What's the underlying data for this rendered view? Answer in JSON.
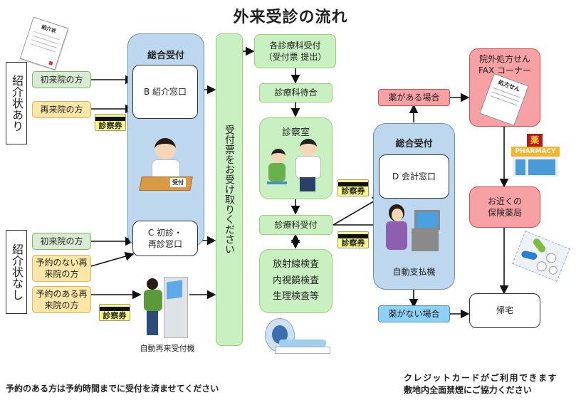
{
  "title": "外来受診の流れ",
  "left": {
    "with_referral": {
      "label": "紹介状あり",
      "initial": "初来院の方",
      "return": "再来院の方"
    },
    "without_referral": {
      "label": "紹介状なし",
      "initial": "初来院の方",
      "return_no_reservation": "予約のない再来院の方",
      "return_reservation": "予約のある再来院の方"
    },
    "ticket": "診察券",
    "referral_letter": "紹介状",
    "kiosk_caption": "自動再来受付機"
  },
  "reception": {
    "title": "総合受付",
    "window_b": "B 紹介窓口",
    "window_c_line1": "C 初診・",
    "window_c_line2": "再診窓口",
    "desk_sign": "受付"
  },
  "receipt_column": "受付票をお受け取りください",
  "center": {
    "dept_reception_line1": "各診療科受付",
    "dept_reception_line2": "（受付票 提出）",
    "waiting": "診療科待合",
    "exam_room": "診察室",
    "dept_reception2": "診療科受付",
    "tests": [
      "放射線検査",
      "内視鏡検査",
      "生理検査等"
    ]
  },
  "payment": {
    "title": "総合受付",
    "window_d": "D 会計窓口",
    "machine_caption": "自動支払機",
    "with_medicine": "薬がある場合",
    "without_medicine": "薬がない場合"
  },
  "right": {
    "fax_line1": "院外処方せん",
    "fax_line2": "FAX コーナー",
    "prescription_label": "処方せん",
    "pharmacy_sign": "PHARMACY",
    "pharmacy_kanji": "薬",
    "nearby_line1": "お近くの",
    "nearby_line2": "保険薬局",
    "home": "帰宅"
  },
  "notes": {
    "reservation": "予約のある方は予約時間までに受付を済ませてください",
    "credit": "クレジットカードがご利用できます",
    "smoking": "敷地内全面禁煙にご協力ください"
  }
}
